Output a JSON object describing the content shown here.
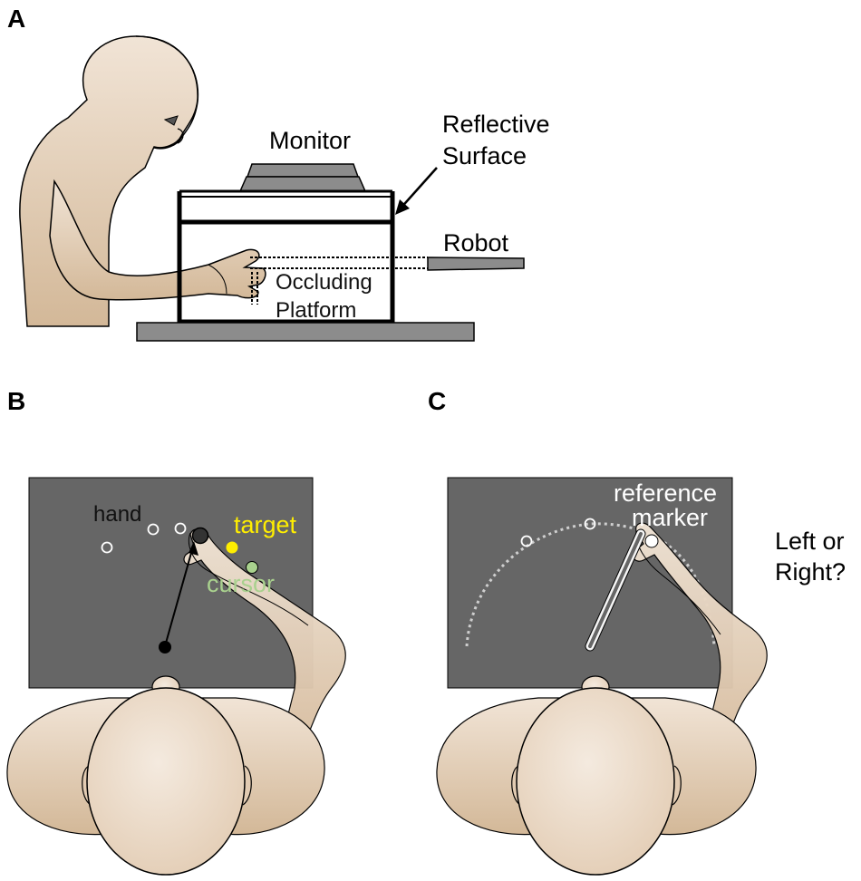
{
  "panels": {
    "a": {
      "letter": "A",
      "monitor": "Monitor",
      "reflective_1": "Reflective",
      "reflective_2": "Surface",
      "robot": "Robot",
      "occluding_1": "Occluding",
      "occluding_2": "Platform"
    },
    "b": {
      "letter": "B",
      "hand": "hand",
      "target": "target",
      "cursor": "cursor"
    },
    "c": {
      "letter": "C",
      "reference_1": "reference",
      "reference_2": "marker",
      "question_1": "Left or",
      "question_2": "Right?"
    }
  },
  "colors": {
    "skin": "#eddccb",
    "skin_shadow": "#d9bfa2",
    "screen": "#666666",
    "platform": "#8c8c8c",
    "target": "#ffee00",
    "cursor": "#a9d18e",
    "hand_label": "#111111"
  },
  "icons": {
    "person_side": "person-side-view",
    "person_top": "person-top-view"
  }
}
